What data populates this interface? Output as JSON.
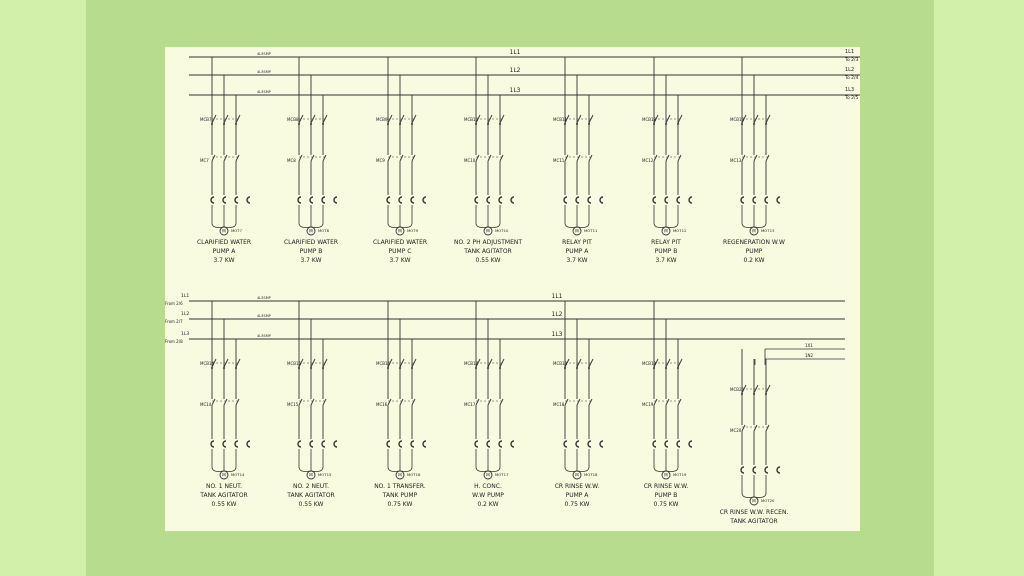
{
  "colors": {
    "background": "#d3f0aa",
    "frame": "#b8dc8e",
    "sheet": "#f9fbe1",
    "ink": "#333333"
  },
  "bus": {
    "top": [
      "1L1",
      "1L2",
      "1L3"
    ],
    "top_right": [
      [
        "1L1",
        "To 2/3"
      ],
      [
        "1L2",
        "To 2/4"
      ],
      [
        "1L3",
        "To 2/5"
      ]
    ],
    "bottom": [
      "1L1",
      "1L2",
      "1L3"
    ],
    "bottom_left": [
      [
        "1L1",
        "From 2/6"
      ],
      [
        "1L2",
        "From 2/7"
      ],
      [
        "1L3",
        "From 2/8"
      ]
    ],
    "aux": [
      "1X1",
      "1N2"
    ]
  },
  "breaker_tag": "4L3SMP",
  "rows": [
    {
      "circuits": [
        {
          "cb": "MCB7",
          "contactor": "MC7",
          "motor": "MOT7",
          "name_lines": [
            "CLARIFIED WATER",
            "PUMP A"
          ],
          "power": "3.7 KW"
        },
        {
          "cb": "MCB8",
          "contactor": "MC8",
          "motor": "MOT8",
          "name_lines": [
            "CLARIFIED WATER",
            "PUMP B"
          ],
          "power": "3.7 KW"
        },
        {
          "cb": "MCB9",
          "contactor": "MC9",
          "motor": "MOT9",
          "name_lines": [
            "CLARIFIED WATER",
            "PUMP C"
          ],
          "power": "3.7 KW"
        },
        {
          "cb": "MCB10",
          "contactor": "MC10",
          "motor": "MOT10",
          "name_lines": [
            "NO. 2 PH ADJUSTMENT",
            "TANK AGITATOR"
          ],
          "power": "0.55 KW"
        },
        {
          "cb": "MCB11",
          "contactor": "MC11",
          "motor": "MOT11",
          "name_lines": [
            "RELAY PIT",
            "PUMP A"
          ],
          "power": "3.7 KW"
        },
        {
          "cb": "MCB12",
          "contactor": "MC12",
          "motor": "MOT12",
          "name_lines": [
            "RELAY PIT",
            "PUMP B"
          ],
          "power": "3.7 KW"
        },
        {
          "cb": "MCB13",
          "contactor": "MC13",
          "motor": "MOT13",
          "name_lines": [
            "REGENERATION W.W",
            "PUMP"
          ],
          "power": "0.2 KW"
        }
      ]
    },
    {
      "circuits": [
        {
          "cb": "MCB14",
          "contactor": "MC14",
          "motor": "MOT14",
          "name_lines": [
            "NO. 1 NEUT.",
            "TANK AGITATOR"
          ],
          "power": "0.55 KW"
        },
        {
          "cb": "MCB15",
          "contactor": "MC15",
          "motor": "MOT15",
          "name_lines": [
            "NO. 2 NEUT.",
            "TANK AGITATOR"
          ],
          "power": "0.55 KW"
        },
        {
          "cb": "MCB16",
          "contactor": "MC16",
          "motor": "MOT16",
          "name_lines": [
            "NO. 1 TRANSFER.",
            "TANK PUMP"
          ],
          "power": "0.75 KW"
        },
        {
          "cb": "MCB17",
          "contactor": "MC17",
          "motor": "MOT17",
          "name_lines": [
            "H. CONC.",
            "W.W PUMP"
          ],
          "power": "0.2 KW"
        },
        {
          "cb": "MCB18",
          "contactor": "MC18",
          "motor": "MOT18",
          "name_lines": [
            "CR RINSE W.W.",
            "PUMP A"
          ],
          "power": "0.75 KW"
        },
        {
          "cb": "MCB19",
          "contactor": "MC19",
          "motor": "MOT19",
          "name_lines": [
            "CR RINSE W.W.",
            "PUMP B"
          ],
          "power": "0.75 KW"
        },
        {
          "cb": "MCB20",
          "contactor": "MC20",
          "motor": "MOT20",
          "name_lines": [
            "CR RINSE W.W. RECEN.",
            "TANK AGITATOR"
          ],
          "power": ""
        }
      ]
    }
  ]
}
